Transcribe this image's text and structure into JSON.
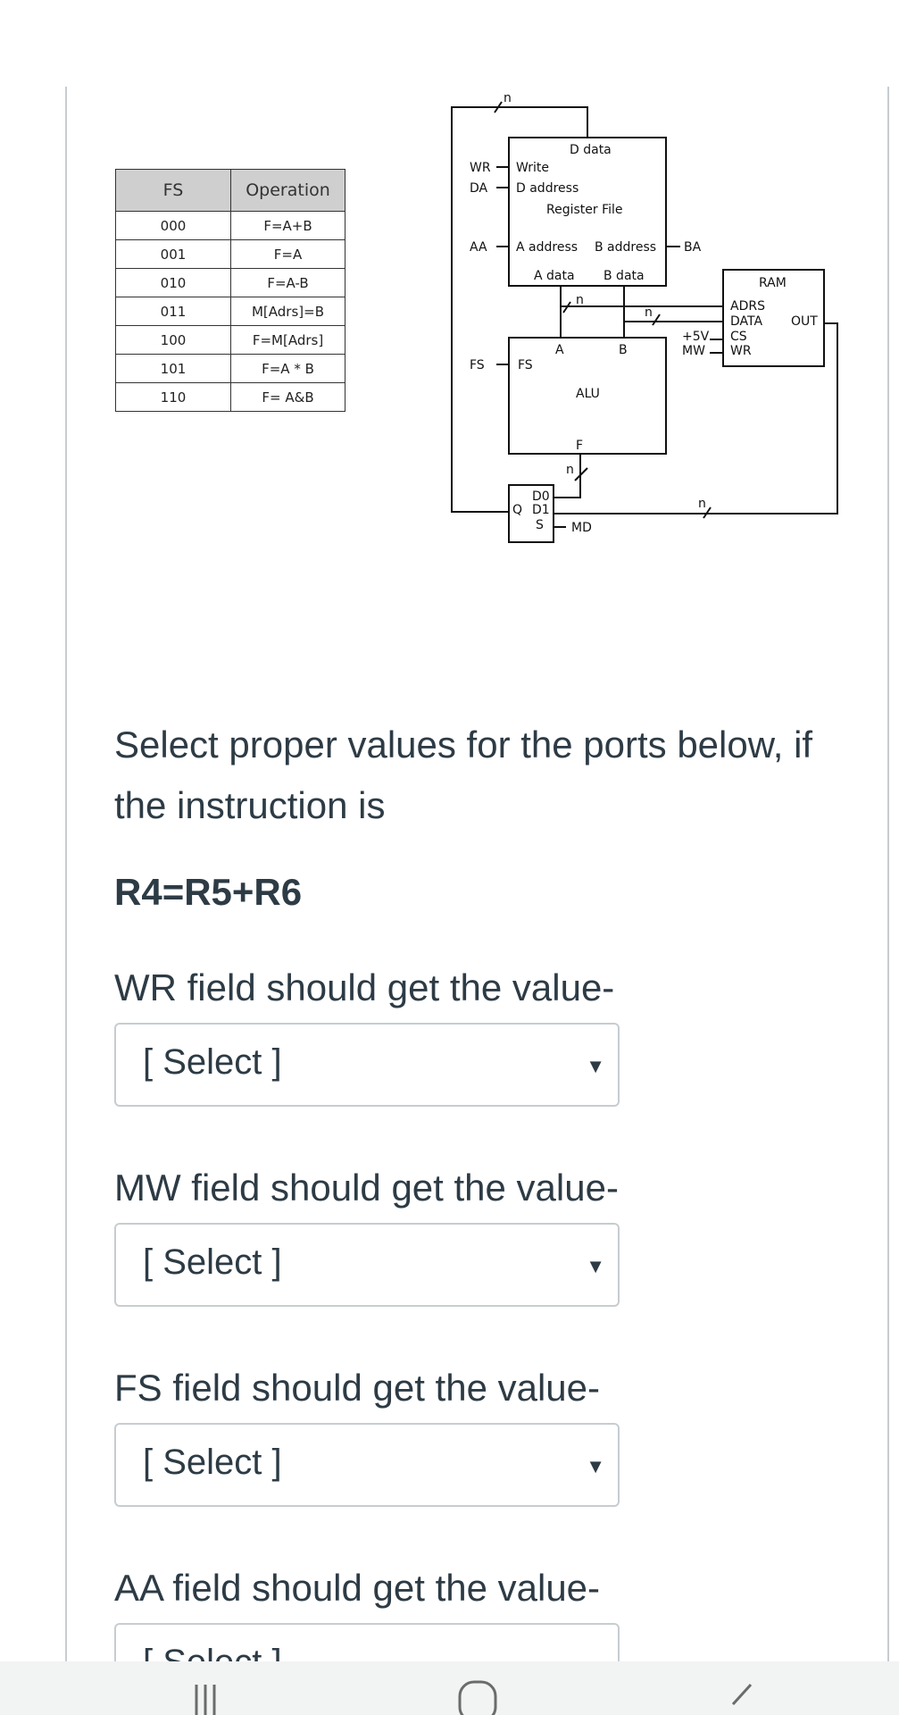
{
  "fs_table": {
    "headers": [
      "FS",
      "Operation"
    ],
    "rows": [
      [
        "000",
        "F=A+B"
      ],
      [
        "001",
        "F=A"
      ],
      [
        "010",
        "F=A-B"
      ],
      [
        "011",
        "M[Adrs]=B"
      ],
      [
        "100",
        "F=M[Adrs]"
      ],
      [
        "101",
        "F=A * B"
      ],
      [
        "110",
        "F= A&B"
      ]
    ]
  },
  "diagram": {
    "wr": "WR",
    "da": "DA",
    "aa": "AA",
    "fs_port": "FS",
    "ba": "BA",
    "rf_d_data": "D data",
    "rf_write": "Write",
    "rf_d_address": "D address",
    "rf_title": "Register File",
    "rf_a_address": "A address",
    "rf_b_address": "B address",
    "rf_a_data": "A data",
    "rf_b_data": "B data",
    "alu_fs": "FS",
    "alu_a": "A",
    "alu_b": "B",
    "alu_title": "ALU",
    "alu_f": "F",
    "ram_title": "RAM",
    "ram_adrs": "ADRS",
    "ram_data": "DATA",
    "ram_out": "OUT",
    "ram_cs": "CS",
    "ram_wr": "WR",
    "plus5v": "+5V",
    "mw": "MW",
    "mux_d0": "D0",
    "mux_d1": "D1",
    "mux_q": "Q",
    "mux_s": "S",
    "md": "MD",
    "n": "n"
  },
  "question": {
    "text": "Select proper values for the ports below, if the instruction is",
    "instruction": "R4=R5+R6"
  },
  "fields": [
    {
      "label": "WR field should get the value-",
      "value": "[ Select ]"
    },
    {
      "label": "MW field should get the value-",
      "value": "[ Select ]"
    },
    {
      "label": "FS field should get the value-",
      "value": "[ Select ]"
    },
    {
      "label": "AA field should get the value-",
      "value": "[ Select ]"
    }
  ],
  "icons": {
    "select_caret": "caret-down-icon",
    "nav_recent": "recent-apps-icon",
    "nav_home": "home-icon",
    "nav_back": "back-icon"
  }
}
